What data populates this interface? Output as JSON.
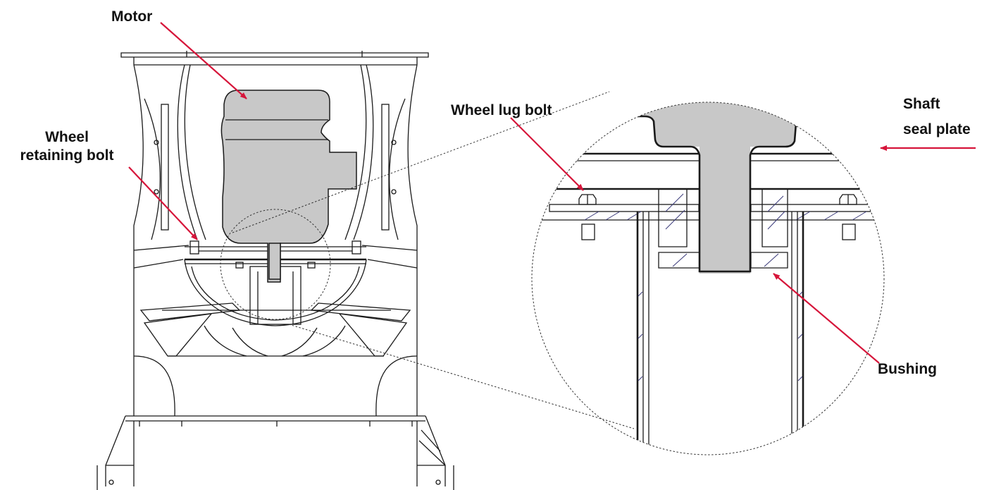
{
  "labels": {
    "motor": "Motor",
    "wheel_retaining_bolt_line1": "Wheel",
    "wheel_retaining_bolt_line2": "retaining bolt",
    "wheel_lug_bolt": "Wheel lug bolt",
    "shaft_seal_plate_line1": "Shaft",
    "shaft_seal_plate_line2": "seal plate",
    "bushing": "Bushing"
  },
  "colors": {
    "arrow": "#d6153a",
    "motor_fill": "#c8c8c8",
    "line": "#1a1a1a"
  }
}
